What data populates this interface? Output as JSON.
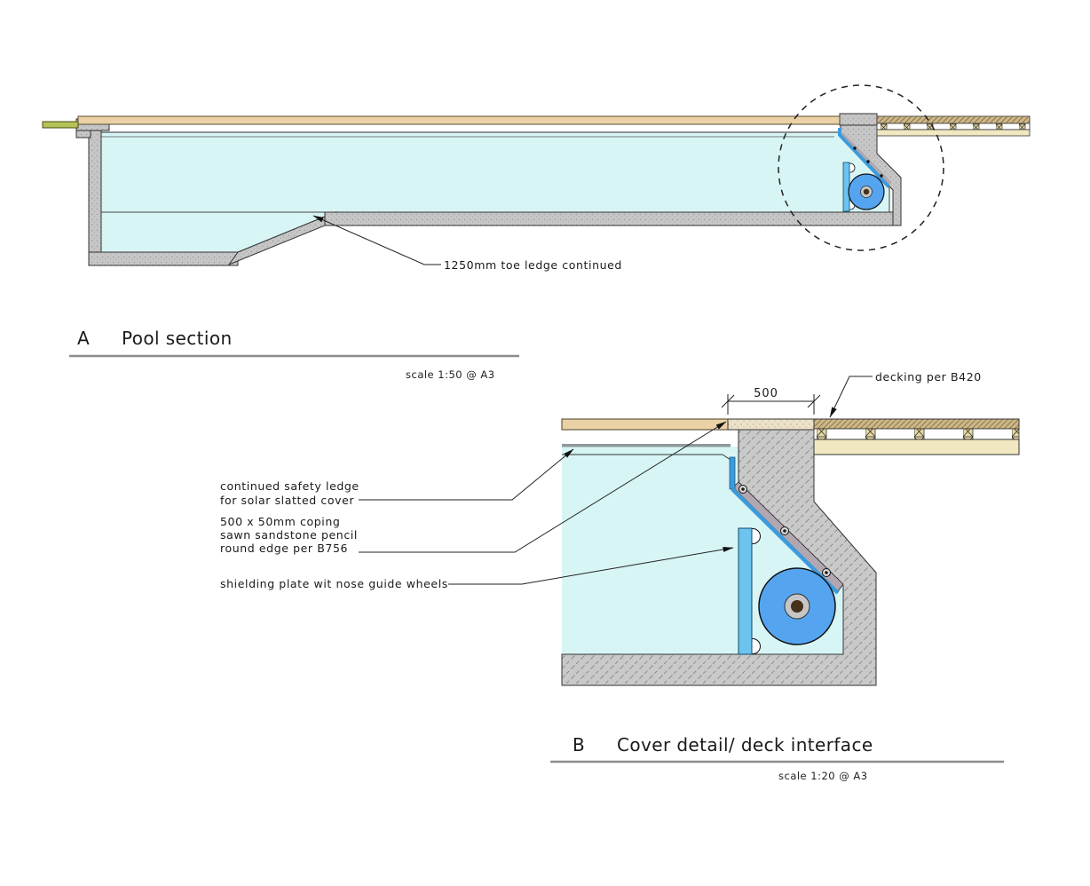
{
  "drawing": {
    "section_a": {
      "label": "A",
      "title": "Pool section",
      "scale_note": "scale 1:50 @ A3",
      "annotation_toe_ledge": "1250mm toe ledge continued"
    },
    "detail_b": {
      "label": "B",
      "title": "Cover detail/ deck interface",
      "scale_note": "scale 1:20 @ A3",
      "dimension_coping_width": "500",
      "annotation_decking": "decking per B420",
      "annotation_safety_ledge": [
        "continued safety ledge",
        "for solar slatted cover"
      ],
      "annotation_coping": [
        "500 x 50mm coping",
        "sawn sandstone pencil",
        "round edge per B756"
      ],
      "annotation_shielding": "shielding plate wit nose guide wheels"
    }
  },
  "colors": {
    "water": "#d8f5f5",
    "concrete": "#c6c6c6",
    "hatch-concrete": "#c9c9c9",
    "deck-top": "#cdb78a",
    "deck-infill": "#f1e8c2",
    "deck-block": "#e5d8a2",
    "cover-board": "#ead2a6",
    "coping": "#ece2ca",
    "grass": "#b5c356",
    "roller-blue": "#55a4ef",
    "roller-core": "#46301a",
    "shield-blue": "#6cc3ee",
    "ledge-blue": "#3c9bdc",
    "mount-grey": "#b2a7b0",
    "ink": "#222222",
    "underline-grey": "#8c8c8c"
  }
}
